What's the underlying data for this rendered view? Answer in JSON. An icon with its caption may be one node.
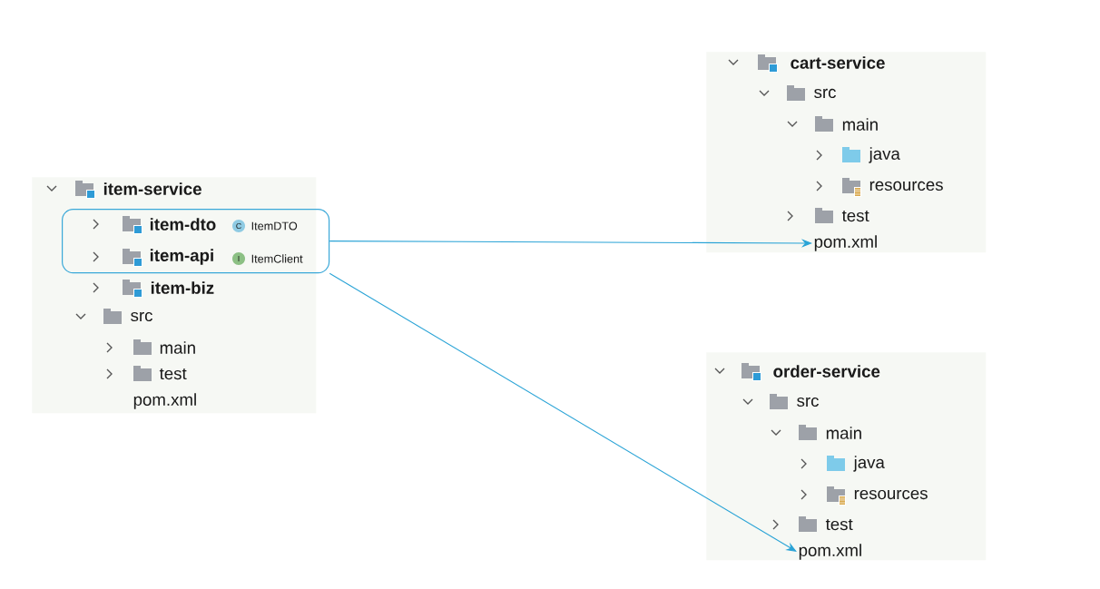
{
  "diagram": {
    "nodes": [
      {
        "text": [
          "item-service",
          "item-biz",
          "src",
          "main",
          "test",
          "pom.xml"
        ]
      },
      {
        "text": [
          "item-dto",
          "C",
          "ItemDTO",
          "item-api",
          "I",
          "ItemClient"
        ],
        "in": 0
      },
      {
        "text": [
          "cart-service",
          "src",
          "main",
          "java",
          "resources",
          "test"
        ]
      },
      {
        "text": [
          "pom.xml"
        ],
        "in": 2
      },
      {
        "text": [
          "order-service",
          "src",
          "main",
          "java",
          "resources",
          "test"
        ]
      },
      {
        "text": [
          "pom.xml"
        ],
        "in": 4
      }
    ],
    "edges": [
      {
        "from": 1,
        "to": 3,
        "arrow": "to"
      },
      {
        "from": 1,
        "to": 5,
        "arrow": "to"
      }
    ]
  }
}
